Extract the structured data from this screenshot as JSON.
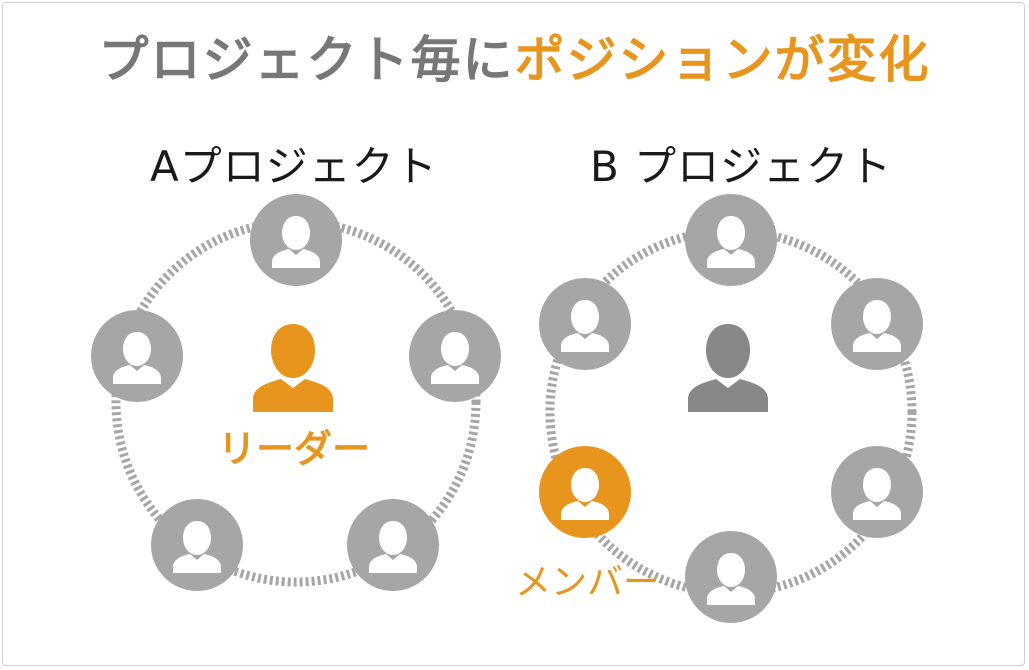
{
  "title": {
    "part1": "プロジェクト毎に",
    "part2": "ポジションが変化"
  },
  "projects": [
    {
      "label": "Aプロジェクト",
      "role_label": "リーダー"
    },
    {
      "label": "B プロジェクト",
      "role_label": "メンバー"
    }
  ],
  "colors": {
    "accent": "#e8951e",
    "node": "#a6a6a6",
    "center_b": "#888888",
    "title_gray": "#777777",
    "ring": "#a6a6a6"
  },
  "icons": {
    "member": "person-icon",
    "leader": "person-silhouette-icon"
  }
}
